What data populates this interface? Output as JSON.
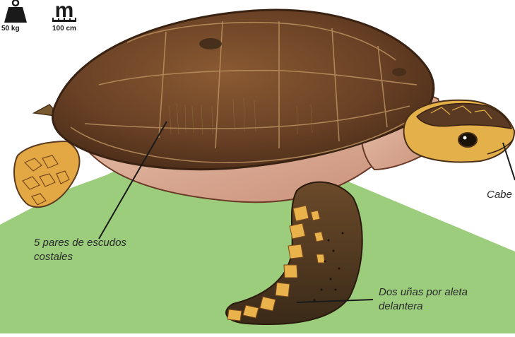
{
  "icons": {
    "weight": {
      "name": "weight-icon",
      "label": "50 kg"
    },
    "length": {
      "name": "ruler-m-icon",
      "glyph": "m",
      "label": "100 cm"
    }
  },
  "annotations": {
    "scutes_line1": "5 pares de escudos",
    "scutes_line2": "costales",
    "claws_line1": "Dos uñas por aleta",
    "claws_line2": "delantera",
    "head": "Cabe"
  },
  "colors": {
    "ground": "#9bcd7c",
    "shell": "#6b4226",
    "skin": "#d9a98f",
    "flipper_scale": "#e9b24a",
    "leader_line": "#1a1a1a"
  }
}
